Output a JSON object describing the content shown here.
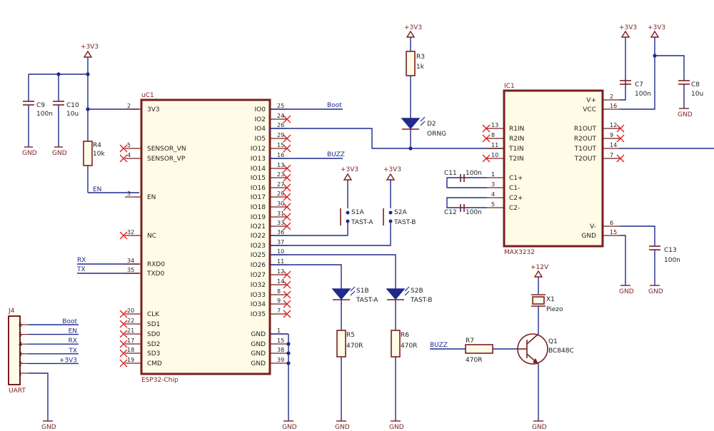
{
  "power": {
    "v33": "+3V3",
    "v12": "+12V",
    "gnd": "GND"
  },
  "esp": {
    "ref": "uC1",
    "name": "ESP32-Chip",
    "left_pins": [
      {
        "num": "2",
        "name": "3V3"
      },
      {
        "num": "5",
        "name": "SENSOR_VN"
      },
      {
        "num": "4",
        "name": "SENSOR_VP"
      },
      {
        "num": "3",
        "name": "EN"
      },
      {
        "num": "32",
        "name": "NC"
      },
      {
        "num": "34",
        "name": "RXD0"
      },
      {
        "num": "35",
        "name": "TXD0"
      },
      {
        "num": "20",
        "name": "CLK"
      },
      {
        "num": "22",
        "name": "SD1"
      },
      {
        "num": "21",
        "name": "SD0"
      },
      {
        "num": "17",
        "name": "SD2"
      },
      {
        "num": "18",
        "name": "SD3"
      },
      {
        "num": "19",
        "name": "CMD"
      }
    ],
    "right_pins": [
      {
        "num": "25",
        "name": "IO0"
      },
      {
        "num": "24",
        "name": "IO2"
      },
      {
        "num": "26",
        "name": "IO4"
      },
      {
        "num": "29",
        "name": "IO5"
      },
      {
        "num": "15",
        "name": "IO12"
      },
      {
        "num": "16",
        "name": "IO13"
      },
      {
        "num": "13",
        "name": "IO14"
      },
      {
        "num": "23",
        "name": "IO15"
      },
      {
        "num": "27",
        "name": "IO16"
      },
      {
        "num": "28",
        "name": "IO17"
      },
      {
        "num": "30",
        "name": "IO18"
      },
      {
        "num": "31",
        "name": "IO19"
      },
      {
        "num": "33",
        "name": "IO21"
      },
      {
        "num": "36",
        "name": "IO22"
      },
      {
        "num": "37",
        "name": "IO23"
      },
      {
        "num": "10",
        "name": "IO25"
      },
      {
        "num": "11",
        "name": "IO26"
      },
      {
        "num": "12",
        "name": "IO27"
      },
      {
        "num": "14",
        "name": "IO32"
      },
      {
        "num": "8",
        "name": "IO33"
      },
      {
        "num": "9",
        "name": "IO34"
      },
      {
        "num": "7",
        "name": "IO35"
      },
      {
        "num": "1",
        "name": "GND"
      },
      {
        "num": "15",
        "name": "GND"
      },
      {
        "num": "38",
        "name": "GND"
      },
      {
        "num": "39",
        "name": "GND"
      }
    ]
  },
  "max": {
    "ref": "IC1",
    "name": "MAX3232",
    "left_pins": [
      {
        "num": "13",
        "name": "R1IN"
      },
      {
        "num": "8",
        "name": "R2IN"
      },
      {
        "num": "11",
        "name": "T1IN"
      },
      {
        "num": "10",
        "name": "T2IN"
      },
      {
        "num": "1",
        "name": "C1+"
      },
      {
        "num": "3",
        "name": "C1-"
      },
      {
        "num": "4",
        "name": "C2+"
      },
      {
        "num": "5",
        "name": "C2-"
      }
    ],
    "right_pins": [
      {
        "num": "2",
        "name": "V+"
      },
      {
        "num": "16",
        "name": "VCC"
      },
      {
        "num": "12",
        "name": "R1OUT"
      },
      {
        "num": "9",
        "name": "R2OUT"
      },
      {
        "num": "14",
        "name": "T1OUT"
      },
      {
        "num": "7",
        "name": "T2OUT"
      },
      {
        "num": "6",
        "name": "V-"
      },
      {
        "num": "15",
        "name": "GND"
      }
    ]
  },
  "nets": {
    "boot": "Boot",
    "buzz": "BUZZ",
    "en": "EN",
    "rx": "RX",
    "tx": "TX"
  },
  "components": {
    "c9": {
      "ref": "C9",
      "value": "100n"
    },
    "c10": {
      "ref": "C10",
      "value": "10u"
    },
    "r4": {
      "ref": "R4",
      "value": "10k"
    },
    "r3": {
      "ref": "R3",
      "value": "1k"
    },
    "d2": {
      "ref": "D2",
      "value": "ORNG"
    },
    "c7": {
      "ref": "C7",
      "value": "100n"
    },
    "c8": {
      "ref": "C8",
      "value": "10u"
    },
    "c11": {
      "ref": "C11",
      "value": "100n"
    },
    "c12": {
      "ref": "C12",
      "value": "100n"
    },
    "c13": {
      "ref": "C13",
      "value": "100n"
    },
    "s1a": {
      "ref": "S1A",
      "value": "TAST-A"
    },
    "s2a": {
      "ref": "S2A",
      "value": "TAST-B"
    },
    "s1b": {
      "ref": "S1B",
      "value": "TAST-A"
    },
    "s2b": {
      "ref": "S2B",
      "value": "TAST-B"
    },
    "r5": {
      "ref": "R5",
      "value": "470R"
    },
    "r6": {
      "ref": "R6",
      "value": "470R"
    },
    "r7": {
      "ref": "R7",
      "value": "470R"
    },
    "x1": {
      "ref": "X1",
      "value": "Piezo"
    },
    "q1": {
      "ref": "Q1",
      "value": "BC848C"
    }
  },
  "j4": {
    "ref": "J4",
    "name": "UART",
    "pins": [
      {
        "num": "6",
        "net": "Boot"
      },
      {
        "num": "5",
        "net": "EN"
      },
      {
        "num": "4",
        "net": "RX"
      },
      {
        "num": "3",
        "net": "TX"
      },
      {
        "num": "2",
        "net": "+3V3"
      },
      {
        "num": "1",
        "net": ""
      }
    ]
  },
  "colors": {
    "wire": "#1f2a8a",
    "component": "#7a1f1f",
    "body_fill": "#fffbe6",
    "no_connect": "#e02020",
    "background": "#ffffff"
  }
}
